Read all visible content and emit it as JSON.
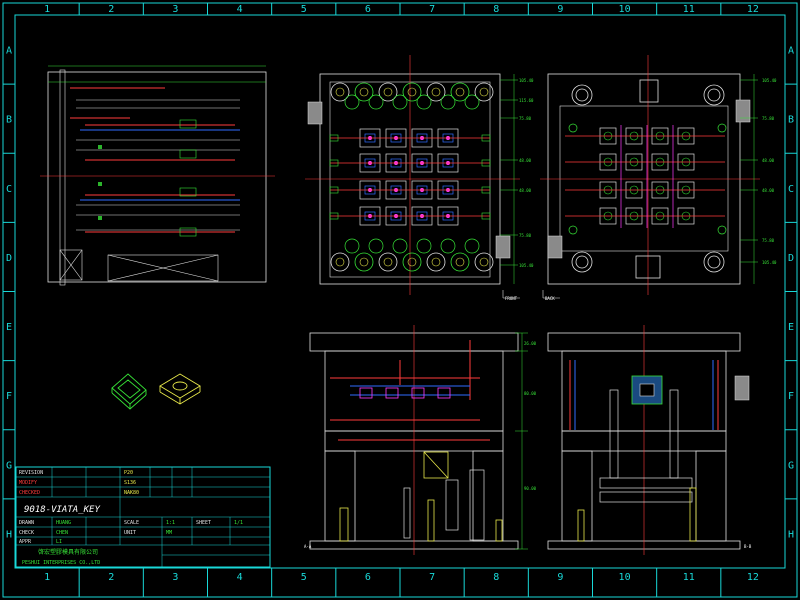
{
  "drawing": {
    "background": "#000000",
    "colors": {
      "frame": "#19d9d9",
      "plate": "#e0e0e0",
      "cavity": "#37e237",
      "cooling": "#ff3b3b",
      "ejector": "#2f6bff",
      "insert": "#ff3bff",
      "dimension": "#37e237",
      "centerline": "#ff3b3b"
    },
    "grid_columns": [
      "1",
      "2",
      "3",
      "4",
      "5",
      "6",
      "7",
      "8",
      "9",
      "10",
      "11",
      "12"
    ],
    "grid_rows": [
      "A",
      "B",
      "C",
      "D",
      "E",
      "F",
      "G",
      "H"
    ]
  },
  "title_block": {
    "project_name": "9018-VIATA_KEY",
    "company_cn": "啓宏塑膠模具有限公司",
    "company_en": "PESHUI INTERPRISES CO.,LTD",
    "fields": [
      {
        "label": "DRAWN",
        "value": "HUANG"
      },
      {
        "label": "CHECK",
        "value": "CHEN"
      },
      {
        "label": "APPR",
        "value": "LI"
      },
      {
        "label": "SCALE",
        "value": "1:1"
      },
      {
        "label": "UNIT",
        "value": "MM"
      },
      {
        "label": "SHEET",
        "value": "1/1"
      }
    ],
    "revision_rows": [
      {
        "text": "REVISION",
        "color": "red"
      },
      {
        "text": "MODIFY",
        "color": "red"
      },
      {
        "text": "CHECKED",
        "color": "red"
      }
    ],
    "material_rows": [
      "P20",
      "S136",
      "NAK80"
    ]
  },
  "views": {
    "front_mold_label": "FRONT",
    "back_mold_label": "BACK",
    "section_a_label": "A-A",
    "section_b_label": "B-B"
  }
}
